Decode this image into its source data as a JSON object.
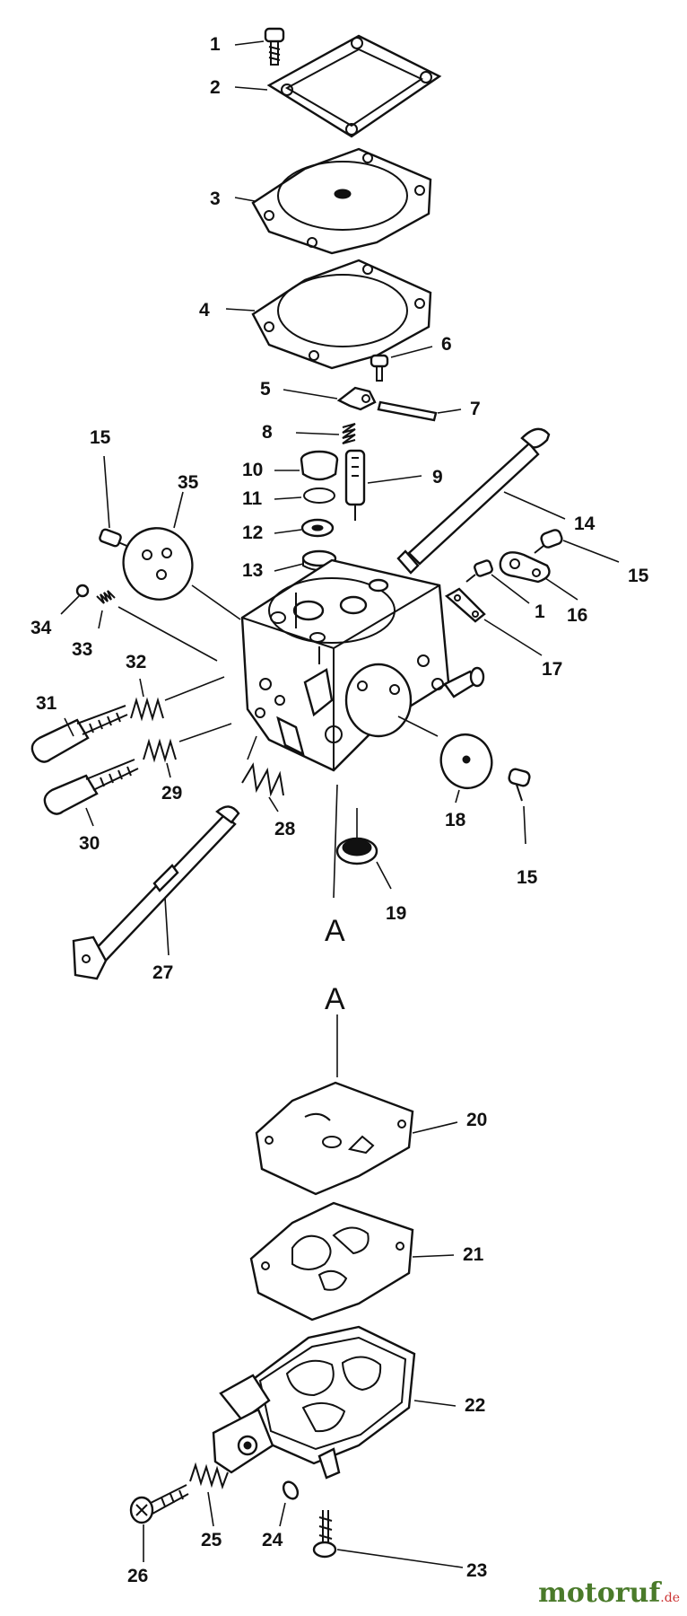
{
  "watermark": {
    "brand": "motoruf",
    "suffix": ".de"
  },
  "section_markers": {
    "top": "A",
    "bottom": "A"
  },
  "callouts": [
    "1",
    "2",
    "3",
    "4",
    "5",
    "6",
    "7",
    "8",
    "9",
    "10",
    "11",
    "12",
    "13",
    "14",
    "15",
    "16",
    "17",
    "18",
    "19",
    "20",
    "21",
    "22",
    "23",
    "24",
    "25",
    "26",
    "27",
    "28",
    "29",
    "30",
    "31",
    "32",
    "33",
    "34",
    "35"
  ],
  "callout_extra": {
    "screw_right": "1",
    "screw_left_top": "15",
    "screw_right_top": "15",
    "screw_right_bottom": "15"
  }
}
